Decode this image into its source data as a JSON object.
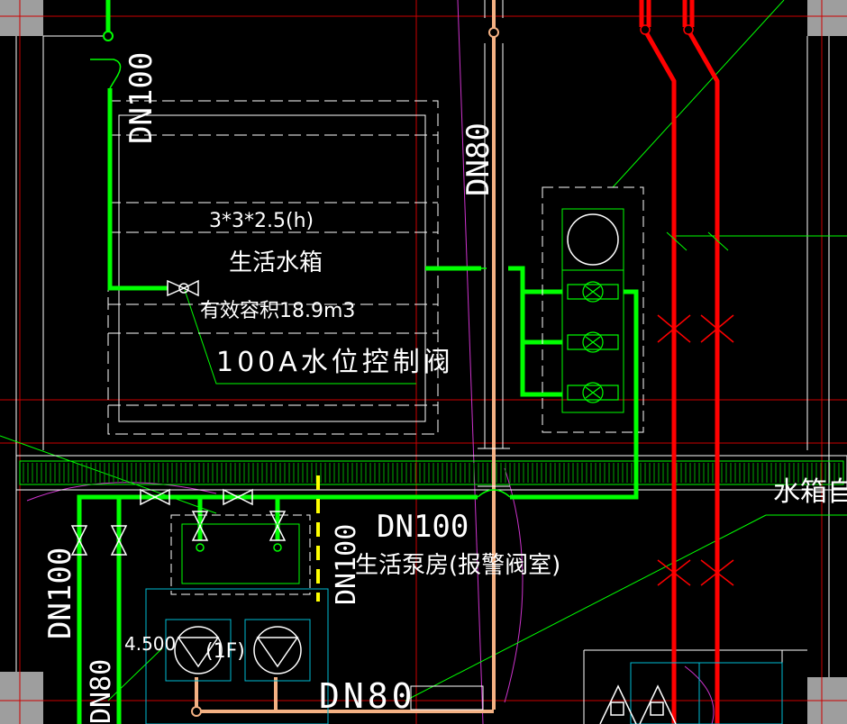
{
  "colors": {
    "background": "#000000",
    "water_pipe": "#00ff00",
    "fire_pipe": "#ff0000",
    "drain_pipe": "#f4b183",
    "axis": "#cc0000",
    "outline": "#ffffff",
    "equipment": "#00ff00",
    "pump_frame": "#00bcd4",
    "leader": "#00ff00",
    "magenta_line": "#cc33cc",
    "yellow_dash": "#ffff00",
    "column": "#9e9e9e"
  },
  "labels": {
    "dn100_top": "DN100",
    "dn80_top": "DN80",
    "tank_size": "3*3*2.5(h)",
    "tank_name": "生活水箱",
    "tank_volume": "有效容积18.9m3",
    "float_valve": "100A水位控制阀",
    "tank_right": "水箱自",
    "dn100_right": "DN100",
    "pump_room": "生活泵房(报警阀室)",
    "dn100_left": "DN100",
    "dn100_mid": "DN100",
    "elevation": "4.500",
    "floor": "(1F)",
    "dn80_left": "DN80",
    "dn80_bottom": "DN80"
  }
}
